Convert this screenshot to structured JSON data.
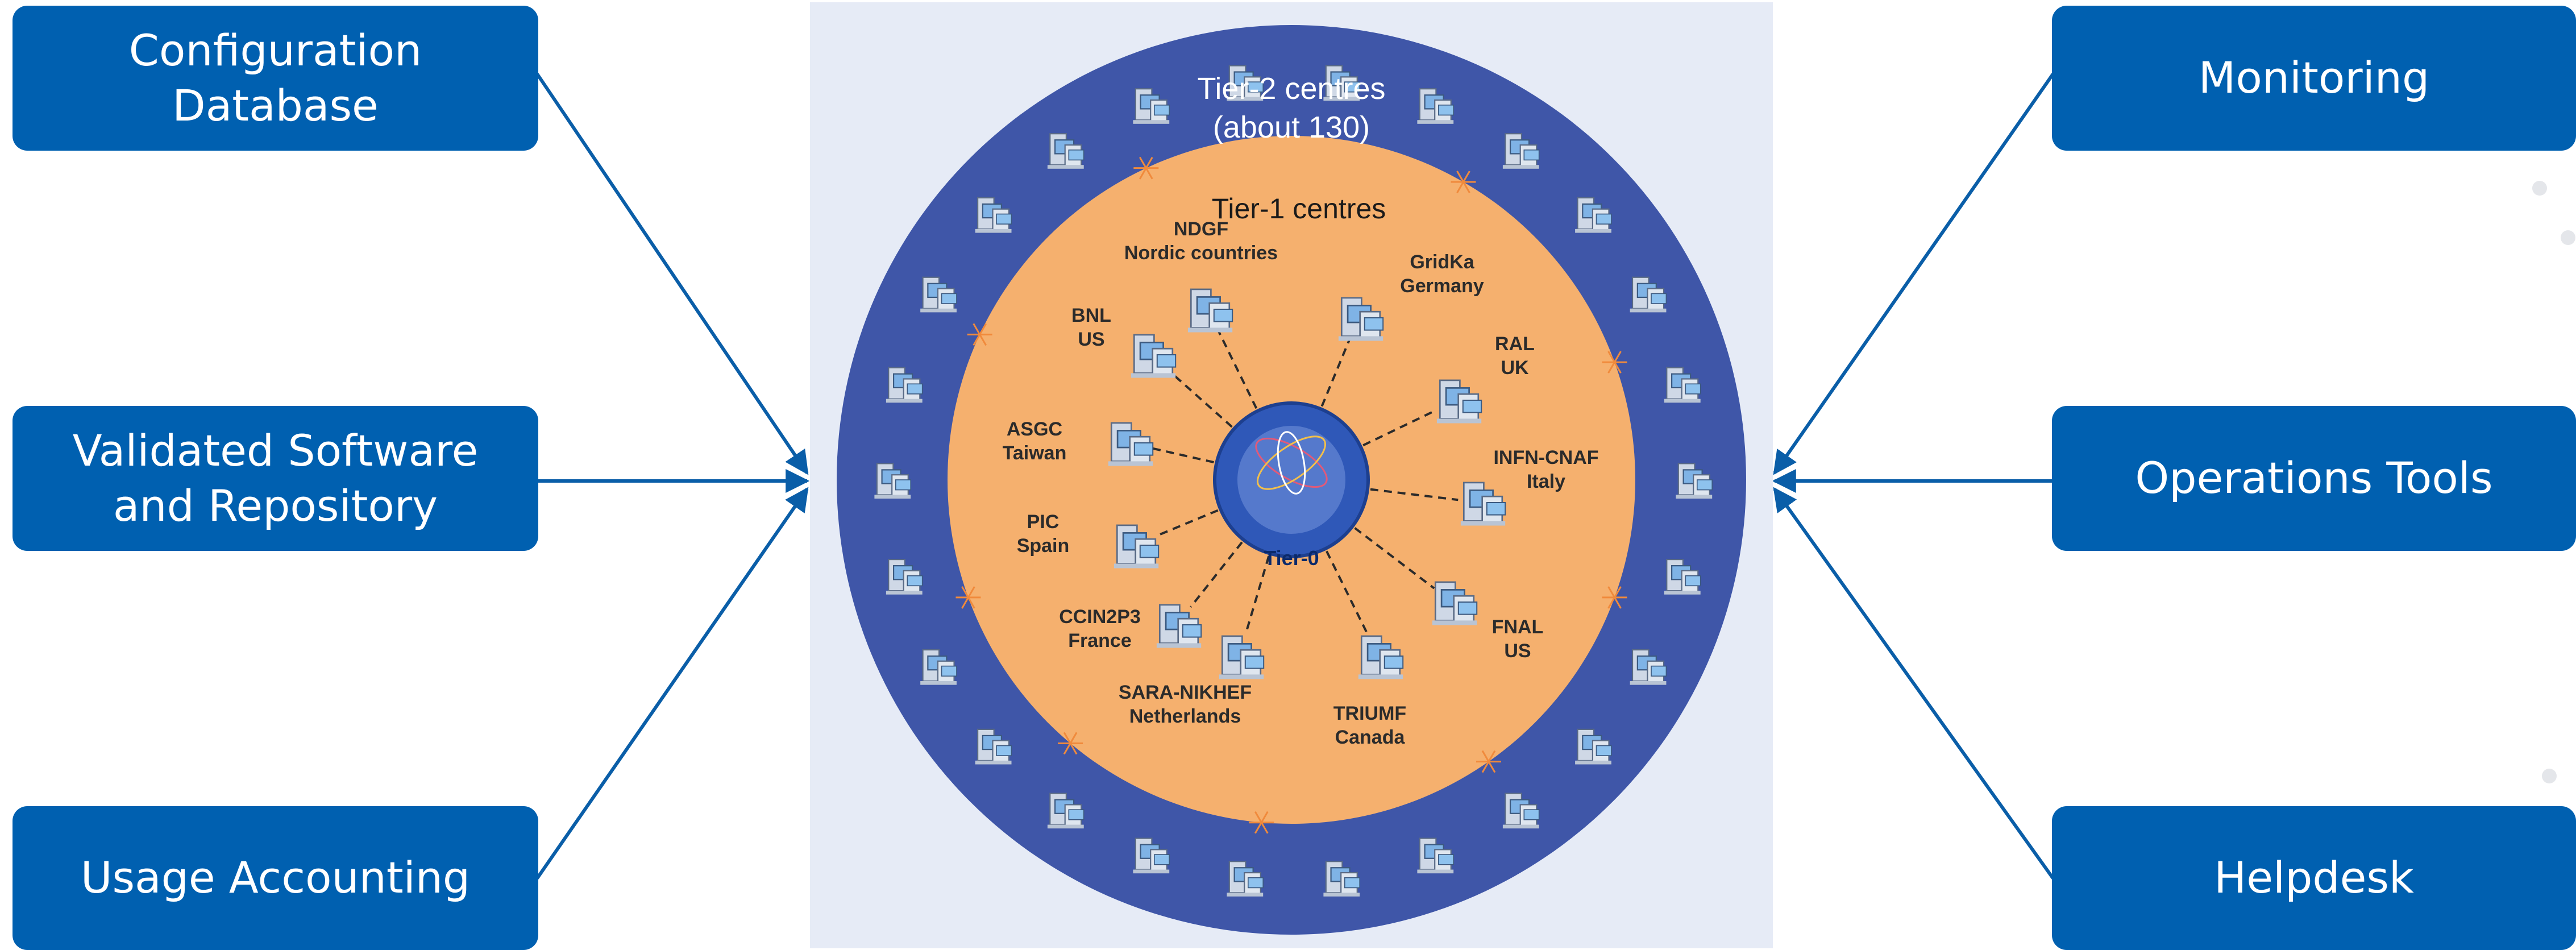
{
  "left_boxes": [
    {
      "label": "Configuration\nDatabase"
    },
    {
      "label": "Validated Software\nand Repository"
    },
    {
      "label": "Usage Accounting"
    }
  ],
  "right_boxes": [
    {
      "label": "Monitoring"
    },
    {
      "label": "Operations Tools"
    },
    {
      "label": "Helpdesk"
    }
  ],
  "diagram": {
    "tier2": {
      "title": "Tier-2 centres",
      "subtitle": "(about 130)"
    },
    "tier1": {
      "title": "Tier-1 centres"
    },
    "tier0": {
      "label": "Tier-0"
    },
    "tier1_sites": [
      {
        "name": "NDGF",
        "place": "Nordic countries"
      },
      {
        "name": "GridKa",
        "place": "Germany"
      },
      {
        "name": "RAL",
        "place": "UK"
      },
      {
        "name": "INFN-CNAF",
        "place": "Italy"
      },
      {
        "name": "FNAL",
        "place": "US"
      },
      {
        "name": "TRIUMF",
        "place": "Canada"
      },
      {
        "name": "SARA-NIKHEF",
        "place": "Netherlands"
      },
      {
        "name": "CCIN2P3",
        "place": "France"
      },
      {
        "name": "PIC",
        "place": "Spain"
      },
      {
        "name": "ASGC",
        "place": "Taiwan"
      },
      {
        "name": "BNL",
        "place": "US"
      }
    ]
  },
  "colors": {
    "box": "#0060b0",
    "arrow": "#0a5ea8",
    "tier2_ring": "#3f56a8",
    "tier1_disc": "#f5b06e",
    "tier0_core": "#2f58b8",
    "background": "#e6ebf6"
  }
}
